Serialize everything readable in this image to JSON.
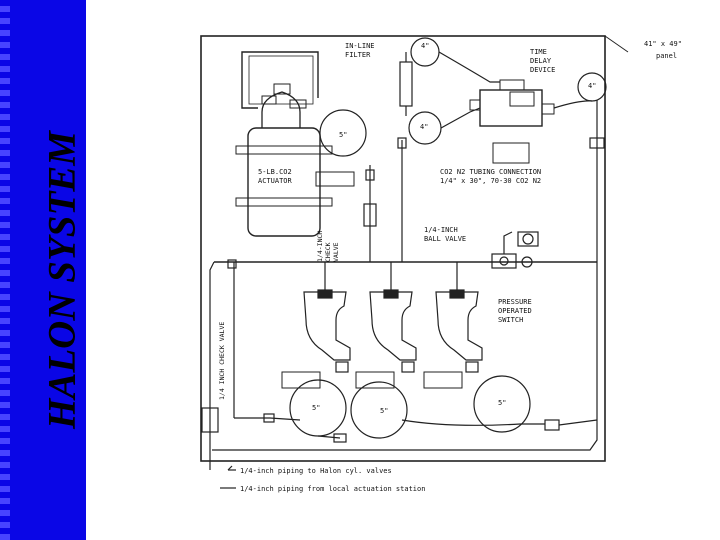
{
  "slide": {
    "title": "HALON SYSTEM",
    "sidebar_color": "#0a06e6"
  },
  "diagram": {
    "labels": {
      "in_line_filter_1": "IN-LINE",
      "in_line_filter_2": "FILTER",
      "coil_top": "4\"",
      "time_delay_1": "TIME",
      "time_delay_2": "DELAY",
      "time_delay_3": "DEVICE",
      "panel_1": "41\" x 49\"",
      "panel_2": "panel",
      "coil_right": "4\"",
      "coil_mid": "4\"",
      "coil_actuator": "5\"",
      "actuator_1": "5-LB.CO2",
      "actuator_2": "ACTUATOR",
      "tubing_1": "CO2 N2 TUBING CONNECTION",
      "tubing_2": "1/4\" x 30\", 70-30 CO2 N2",
      "check_valve_v1": "1/4-INCH",
      "check_valve_v2": "CHECK",
      "check_valve_v3": "VALVE",
      "ball_valve_1": "1/4-INCH",
      "ball_valve_2": "BALL VALVE",
      "pressure_switch_1": "PRESSURE",
      "pressure_switch_2": "OPERATED",
      "pressure_switch_3": "SWITCH",
      "check_valve_left": "1/4 INCH CHECK VALVE",
      "coil_b1": "5\"",
      "coil_b2": "5\"",
      "coil_b3": "5\"",
      "piping_1": "1/4-inch piping to Halon cyl. valves",
      "piping_2": "1/4-inch piping from local actuation station"
    }
  }
}
